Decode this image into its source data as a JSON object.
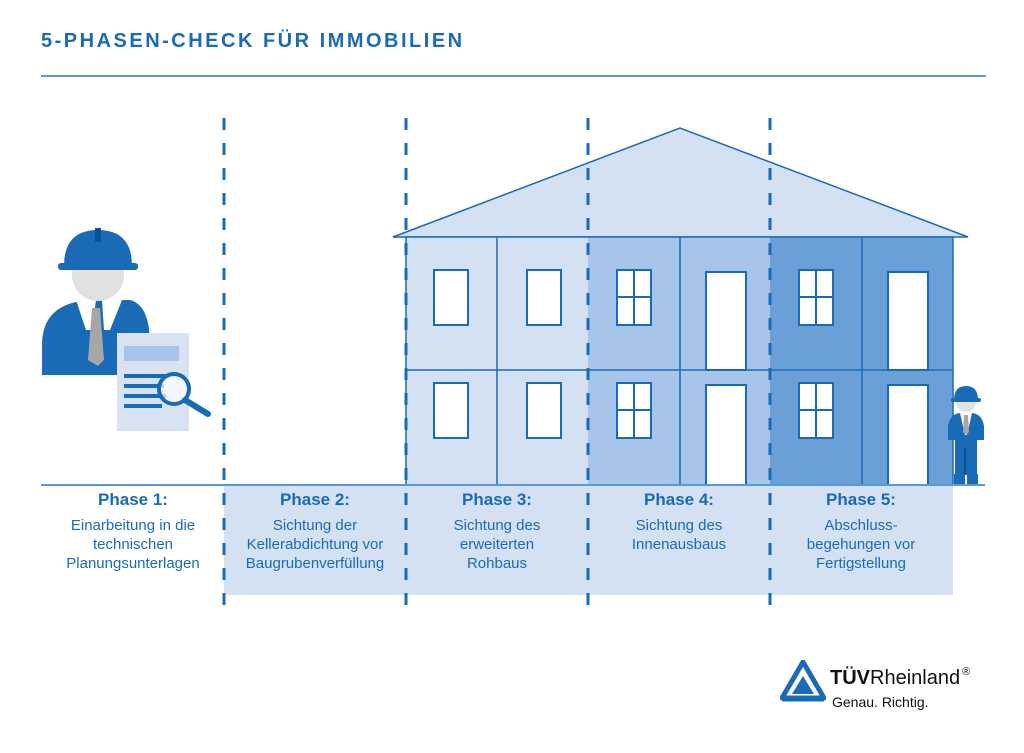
{
  "title": "5-PHASEN-CHECK FÜR IMMOBILIEN",
  "phases": [
    {
      "title": "Phase 1:",
      "lines": [
        "Einarbeitung in die",
        "technischen",
        "Planungsunterlagen"
      ]
    },
    {
      "title": "Phase 2:",
      "lines": [
        "Sichtung der",
        "Kellerabdichtung vor",
        "Baugrubenverfüllung"
      ]
    },
    {
      "title": "Phase 3:",
      "lines": [
        "Sichtung des",
        "erweiterten",
        "Rohbaus"
      ]
    },
    {
      "title": "Phase 4:",
      "lines": [
        "Sichtung des",
        "Innenausbaus"
      ]
    },
    {
      "title": "Phase 5:",
      "lines": [
        "Abschluss-",
        "begehungen vor",
        "Fertigstellung"
      ]
    }
  ],
  "logo": {
    "brand_bold": "TÜV",
    "brand_regular": "Rheinland",
    "registered": "®",
    "tagline": "Genau. Richtig."
  },
  "colors": {
    "primary": "#1a6bb5",
    "light_fill": "#d3e1f3",
    "mid_fill": "#a7c5ea",
    "dark_fill": "#6a9fd8",
    "line": "#5b9bd5"
  }
}
